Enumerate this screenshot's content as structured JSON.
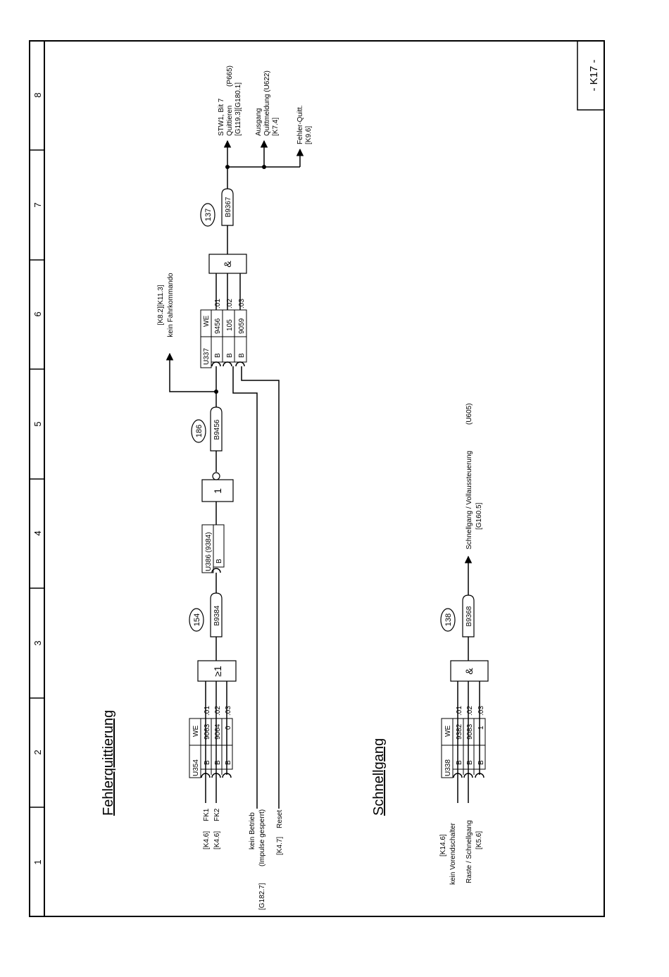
{
  "page_label": "- K17 -",
  "columns": [
    "1",
    "2",
    "3",
    "4",
    "5",
    "6",
    "7",
    "8"
  ],
  "titles": {
    "fehler": "Fehlerquittierung",
    "schnell": "Schnellgang"
  },
  "top": {
    "inputs": {
      "fk1": "FK1",
      "fk2": "FK2",
      "fk1_ref": "[K4.6]",
      "fk2_ref": "[K4.6]",
      "kein_betrieb": "kein Betrieb",
      "impulse": "(Impulse gesperrt)",
      "g182": "[G182.7]",
      "reset": "Reset",
      "reset_ref": "[K4.7]"
    },
    "u354": {
      "id": "U354",
      "we": "WE",
      "rows": [
        {
          "b": "B",
          "val": "9063",
          "idx": ".01"
        },
        {
          "b": "B",
          "val": "9064",
          "idx": ".02"
        },
        {
          "b": "B",
          "val": "0",
          "idx": ".03"
        }
      ]
    },
    "or_gate": "≥1",
    "conn_154": "154",
    "b9384": "B9384",
    "u386": "U386 (9384)",
    "u386_b": "B",
    "not_gate": "1",
    "conn_186": "186",
    "b9456": "B9456",
    "kein_fahr": "kein Fahrkommando",
    "kein_fahr_ref": "[K8.2][K11.3]",
    "u337": {
      "id": "U337",
      "we": "WE",
      "rows": [
        {
          "b": "B",
          "val": "9456",
          "idx": ".01"
        },
        {
          "b": "B",
          "val": "105",
          "idx": ".02"
        },
        {
          "b": "B",
          "val": "9059",
          "idx": ".03"
        }
      ]
    },
    "and_gate": "&",
    "conn_137": "137",
    "b9367": "B9367",
    "outputs": {
      "stw1": "STW1, Bit 7",
      "quittieren": "Quittieren",
      "p665": "(P665)",
      "g119": "[G119.3][G180.1]",
      "ausgang": "Ausgang",
      "quitt": "Quittmeldung (U622)",
      "k74": "[K7.4]",
      "fehlerq": "Fehler-Quitt.",
      "k96": "[K9.6]"
    }
  },
  "bottom": {
    "inputs": {
      "k146": "[K14.6]",
      "kein_vor": "kein Vorendschalter",
      "raste": "Raste / Schnellgang",
      "k56": "[K5.6]"
    },
    "u338": {
      "id": "U338",
      "we": "WE",
      "rows": [
        {
          "b": "B",
          "val": "9382",
          "idx": ".01"
        },
        {
          "b": "B",
          "val": "9083",
          "idx": ".02"
        },
        {
          "b": "B",
          "val": "1",
          "idx": ".03"
        }
      ]
    },
    "and_gate": "&",
    "conn_138": "138",
    "b9368": "B9368",
    "output": "Schnellgang / Vollaussteuerung",
    "u605": "(U605)",
    "g160": "[G160.5]"
  }
}
